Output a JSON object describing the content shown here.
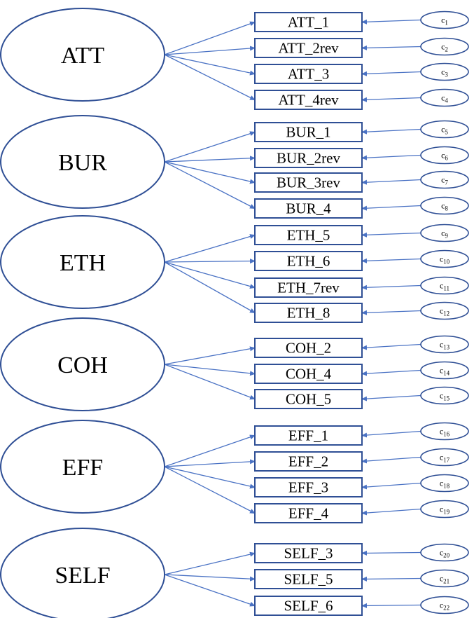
{
  "diagram": {
    "type": "cfa-measurement-model",
    "colors": {
      "line": "#4a72c4",
      "outline": "#2f4f95",
      "text": "#000000",
      "background": "#ffffff"
    },
    "factors": [
      {
        "name": "ATT",
        "indicators": [
          {
            "label": "ATT_1",
            "error": "c1"
          },
          {
            "label": "ATT_2rev",
            "error": "c2"
          },
          {
            "label": "ATT_3",
            "error": "c3"
          },
          {
            "label": "ATT_4rev",
            "error": "c4"
          }
        ]
      },
      {
        "name": "BUR",
        "indicators": [
          {
            "label": "BUR_1",
            "error": "c5"
          },
          {
            "label": "BUR_2rev",
            "error": "c6"
          },
          {
            "label": "BUR_3rev",
            "error": "c7"
          },
          {
            "label": "BUR_4",
            "error": "c8"
          }
        ]
      },
      {
        "name": "ETH",
        "indicators": [
          {
            "label": "ETH_5",
            "error": "c9"
          },
          {
            "label": "ETH_6",
            "error": "c10"
          },
          {
            "label": "ETH_7rev",
            "error": "c11"
          },
          {
            "label": "ETH_8",
            "error": "c12"
          }
        ]
      },
      {
        "name": "COH",
        "indicators": [
          {
            "label": "COH_2",
            "error": "c13"
          },
          {
            "label": "COH_4",
            "error": "c14"
          },
          {
            "label": "COH_5",
            "error": "c15"
          }
        ]
      },
      {
        "name": "EFF",
        "indicators": [
          {
            "label": "EFF_1",
            "error": "c16"
          },
          {
            "label": "EFF_2",
            "error": "c17"
          },
          {
            "label": "EFF_3",
            "error": "c18"
          },
          {
            "label": "EFF_4",
            "error": "c19"
          }
        ]
      },
      {
        "name": "SELF",
        "indicators": [
          {
            "label": "SELF_3",
            "error": "c20"
          },
          {
            "label": "SELF_5",
            "error": "c21"
          },
          {
            "label": "SELF_6",
            "error": "c22"
          }
        ]
      }
    ]
  }
}
